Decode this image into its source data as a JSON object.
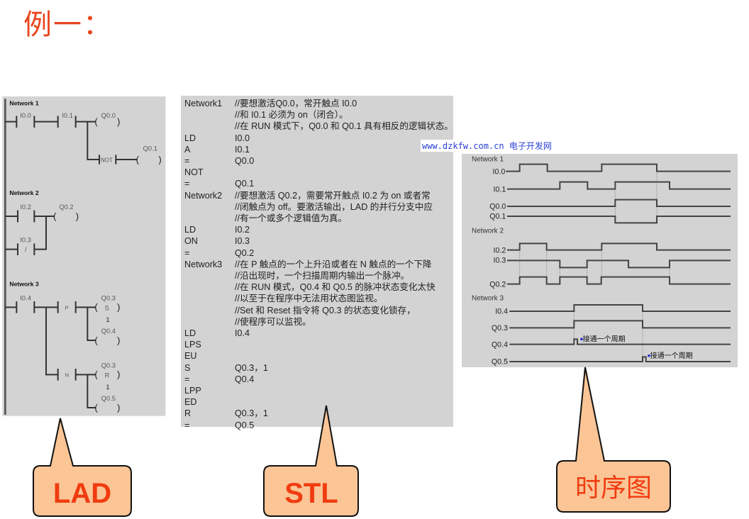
{
  "title": "例一：",
  "watermark": {
    "url": "www.dzkfw.com.cn",
    "site": "电子开发网"
  },
  "lad": {
    "networks": [
      "Network 1",
      "Network 2",
      "Network 3"
    ],
    "labels": {
      "i00": "I0.0",
      "i01": "I0.1",
      "q00": "Q0.0",
      "q01": "Q0.1",
      "not": "NOT",
      "i02": "I0.2",
      "q02": "Q0.2",
      "i03": "I0.3",
      "i03_sym": "/",
      "i04": "I0.4",
      "p": "P",
      "n": "N",
      "q03a": "Q0.3",
      "s": "S",
      "one_a": "1",
      "q04": "Q0.4",
      "q03b": "Q0.3",
      "r": "R",
      "one_b": "1",
      "q05": "Q0.5"
    }
  },
  "stl": {
    "rows": [
      [
        "Network1",
        "//要想激活Q0.0，常开触点 I0.0"
      ],
      [
        "",
        "//和 I0.1 必须为 on（闭合）。"
      ],
      [
        "",
        "//在 RUN 模式下，Q0.0 和 Q0.1 具有相反的逻辑状态。"
      ],
      [
        "LD",
        "I0.0"
      ],
      [
        "A",
        "I0.1"
      ],
      [
        "=",
        "Q0.0"
      ],
      [
        "NOT",
        ""
      ],
      [
        "=",
        "Q0.1"
      ],
      [
        "Network2",
        "//要想激活 Q0.2，需要常开触点 I0.2 为 on 或者常"
      ],
      [
        "",
        "//闭触点为 off。要激活输出，LAD 的并行分支中应"
      ],
      [
        "",
        "//有一个或多个逻辑值为真。"
      ],
      [
        "LD",
        "I0.2"
      ],
      [
        "ON",
        "I0.3"
      ],
      [
        "=",
        "Q0.2"
      ],
      [
        "Network3",
        "//在 P 触点的一个上升沿或者在 N 触点的一个下降"
      ],
      [
        "",
        "//沿出现时，一个扫描周期内输出一个脉冲。"
      ],
      [
        "",
        "//在 RUN 模式，Q0.4 和 Q0.5 的脉冲状态变化太快"
      ],
      [
        "",
        "//以至于在程序中无法用状态图监视。"
      ],
      [
        "",
        "//Set 和 Reset 指令将 Q0.3 的状态变化锁存，"
      ],
      [
        "",
        "//使程序可以监视。"
      ],
      [
        "LD",
        "I0.4"
      ],
      [
        "LPS",
        ""
      ],
      [
        "EU",
        ""
      ],
      [
        "S",
        "Q0.3，1"
      ],
      [
        "=",
        "Q0.4"
      ],
      [
        "LPP",
        ""
      ],
      [
        "ED",
        ""
      ],
      [
        "R",
        "Q0.3，1"
      ],
      [
        "=",
        "Q0.5"
      ]
    ]
  },
  "timing": {
    "networks": [
      "Network 1",
      "Network 2",
      "Network 3"
    ],
    "signals": {
      "i00": "I0.0",
      "i01": "I0.1",
      "q00": "Q0.0",
      "q01": "Q0.1",
      "i02": "I0.2",
      "i03": "I0.3",
      "q02": "Q0.2",
      "i04": "I0.4",
      "q03": "Q0.3",
      "q04": "Q0.4",
      "q05": "Q0.5"
    },
    "pulse_note_1": "接通一个周期",
    "pulse_note_2": "接通一个周期"
  },
  "callouts": {
    "lad": "LAD",
    "stl": "STL",
    "timing": "时序图"
  },
  "colors": {
    "title": "#e8461e",
    "callout_fill": "#fbc596",
    "callout_text": "#f03c10",
    "panel": "#d3d3d3"
  }
}
